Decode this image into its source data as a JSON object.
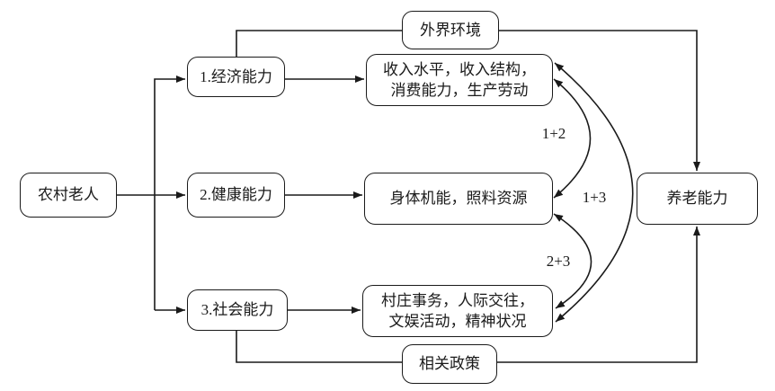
{
  "diagram": {
    "background_color": "#ffffff",
    "line_color": "#1a1a1a",
    "nodes": {
      "elder": "农村老人",
      "economic": "1.经济能力",
      "health": "2.健康能力",
      "social": "3.社会能力",
      "economic_detail_line1": "收入水平，收入结构，",
      "economic_detail_line2": "消费能力，生产劳动",
      "health_detail": "身体机能，照料资源",
      "social_detail_line1": "村庄事务，人际交往，",
      "social_detail_line2": "文娱活动，精神状况",
      "environment": "外界环境",
      "policy": "相关政策",
      "capacity": "养老能力"
    },
    "interaction_labels": {
      "econ_health": "1+2",
      "econ_social": "1+3",
      "health_social": "2+3"
    }
  }
}
